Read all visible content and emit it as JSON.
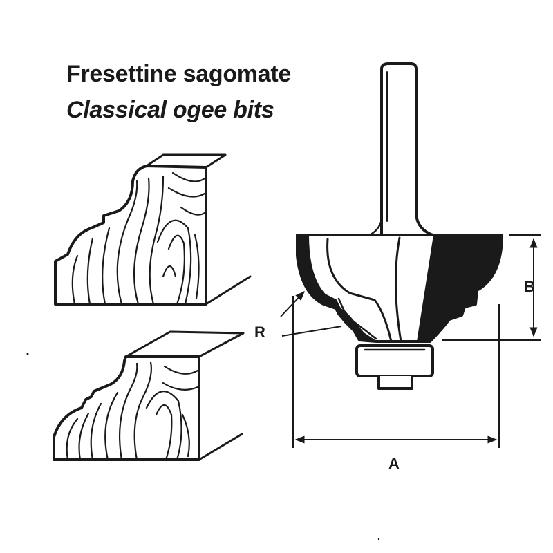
{
  "title_it": "Fresettine sagomate",
  "title_en": "Classical ogee bits",
  "labels": {
    "a": "A",
    "b": "B",
    "r": "R"
  },
  "colors": {
    "ink": "#1a1a1a",
    "paper": "#ffffff"
  }
}
